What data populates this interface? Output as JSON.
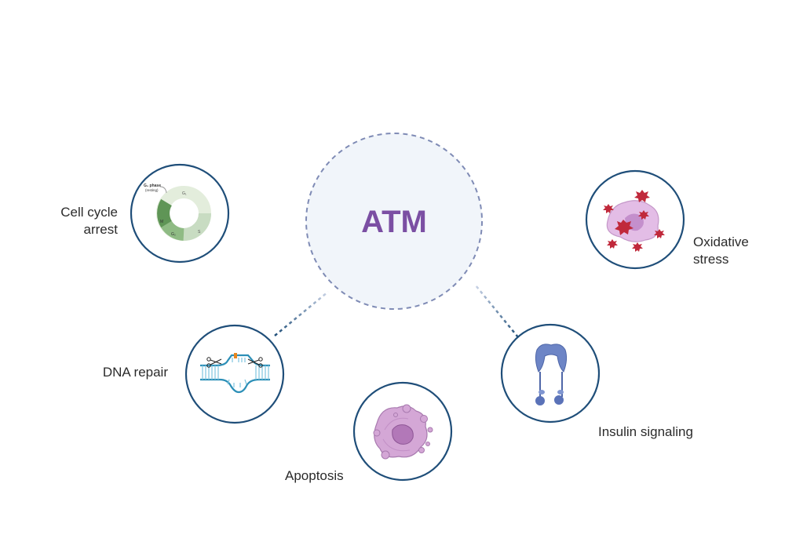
{
  "center": {
    "label": "ATM"
  },
  "nodes": [
    {
      "id": "cell-cycle",
      "label": "Cell cycle\narrest",
      "icon": "cell-cycle-icon"
    },
    {
      "id": "dna-repair",
      "label": "DNA repair",
      "icon": "dna-repair-icon"
    },
    {
      "id": "apoptosis",
      "label": "Apoptosis",
      "icon": "apoptotic-cell-icon"
    },
    {
      "id": "insulin",
      "label": "Insulin signaling",
      "icon": "insulin-receptor-icon"
    },
    {
      "id": "oxidative",
      "label": "Oxidative\nstress",
      "icon": "oxidative-stress-cell-icon"
    }
  ],
  "cell_cycle_icon_text": {
    "g0": "G₀ phase",
    "resting": "(resting)",
    "g1": "G₁",
    "s": "S",
    "g2": "G₂",
    "m": "M"
  },
  "colors": {
    "node_border": "#1f4e79",
    "center_fill": "#f1f5fa",
    "center_border": "#7f8bb5",
    "center_text": "#7b4fa3",
    "connector": "#2b557e"
  }
}
